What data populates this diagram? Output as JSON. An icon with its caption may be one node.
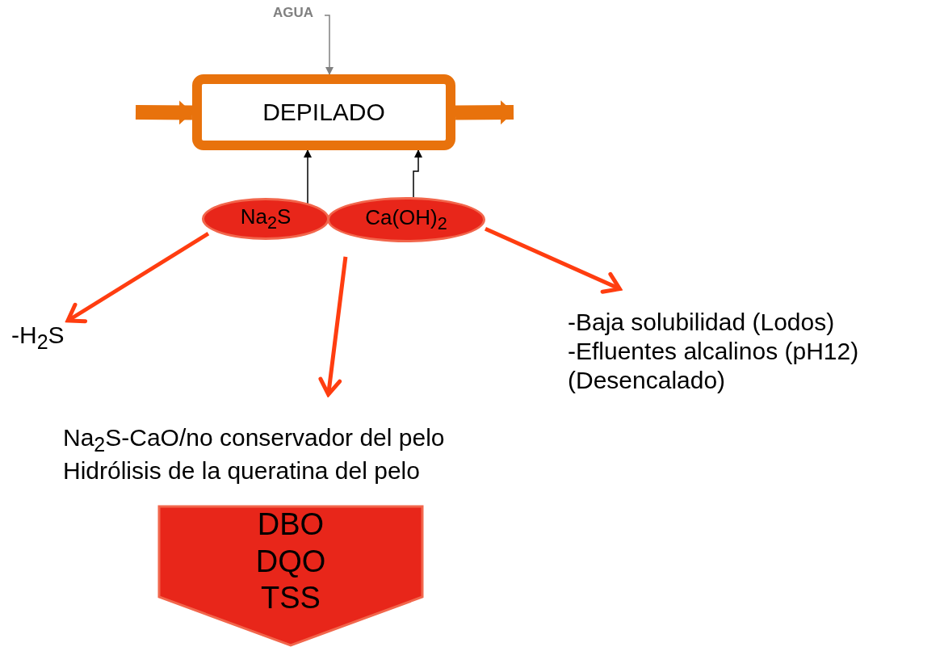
{
  "diagram": {
    "nodes": [
      {
        "text": [
          "AGUA"
        ]
      },
      {
        "text": [
          "DEPILADO"
        ]
      },
      {
        "text": [
          "Na$_{2}$S"
        ]
      },
      {
        "text": [
          "Ca(OH)$_{2}$"
        ]
      },
      {
        "text": [
          "-H$_{2}$S"
        ]
      },
      {
        "text": [
          "Na$_{2}$S-CaO/no conservador del pelo",
          "Hidrólisis de la queratina del pelo"
        ]
      },
      {
        "text": [
          "-Baja solubilidad (Lodos)",
          "-Efluentes alcalinos (pH12)",
          "(Desencalado)"
        ]
      },
      {
        "text": [
          "DBO",
          "DQO",
          "TSS"
        ]
      }
    ],
    "edges": [
      {
        "from": 0,
        "to": 1,
        "arrow": "to",
        "color": "#808080"
      },
      {
        "from": null,
        "to": 1,
        "arrow": "to",
        "style": "thick",
        "color": "#e8720c"
      },
      {
        "from": 1,
        "to": null,
        "arrow": "to",
        "style": "thick",
        "color": "#e8720c"
      },
      {
        "from": 2,
        "to": 1,
        "arrow": "to",
        "color": "#000000"
      },
      {
        "from": 3,
        "to": 1,
        "arrow": "to",
        "color": "#000000"
      },
      {
        "from": 2,
        "to": 4,
        "arrow": "to",
        "color": "#ff3d10"
      },
      {
        "from": 3,
        "to": 5,
        "arrow": "to",
        "color": "#ff3d10"
      },
      {
        "from": 3,
        "to": 6,
        "arrow": "to",
        "color": "#ff3d10"
      }
    ]
  }
}
